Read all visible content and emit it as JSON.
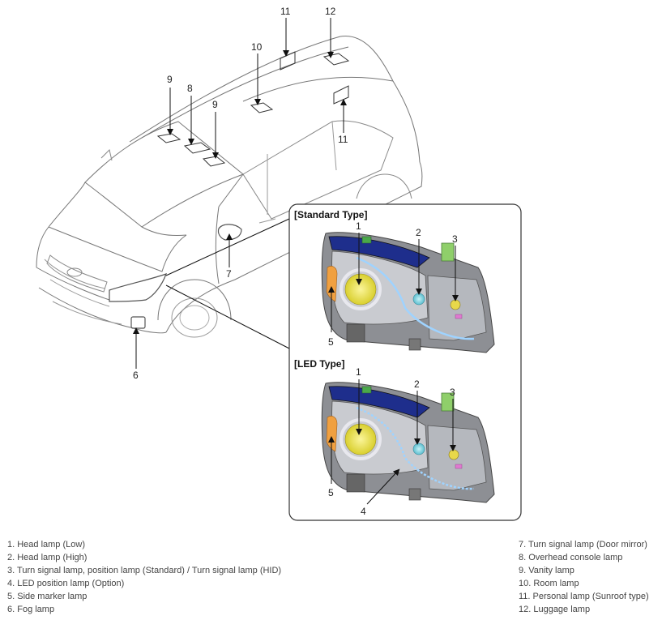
{
  "callouts": {
    "c1": "1",
    "c2": "2",
    "c3": "3",
    "c4": "4",
    "c5": "5",
    "c6": "6",
    "c7": "7",
    "c8": "8",
    "c9": "9",
    "c10": "10",
    "c11": "11",
    "c12": "12"
  },
  "panels": {
    "standard_title": "[Standard Type]",
    "led_title": "[LED Type]"
  },
  "legend": {
    "left": [
      "1. Head lamp (Low)",
      "2. Head lamp (High)",
      "3. Turn signal lamp, position lamp (Standard) / Turn signal lamp (HID)",
      "4. LED position lamp (Option)",
      "5. Side marker lamp",
      "6. Fog lamp"
    ],
    "right": [
      "7. Turn signal lamp (Door mirror)",
      "8. Overhead console lamp",
      "9. Vanity lamp",
      "10. Room lamp",
      "11. Personal lamp (Sunroof type)",
      "12. Luggage lamp"
    ]
  },
  "colors": {
    "lamp_low": "#e8e04a",
    "lamp_high": "#7fd3e0",
    "lamp_turn": "#e8d84a",
    "side_marker": "#f0a040",
    "housing_blue": "#1e2e8c",
    "connector_green": "#8fcf6a"
  }
}
